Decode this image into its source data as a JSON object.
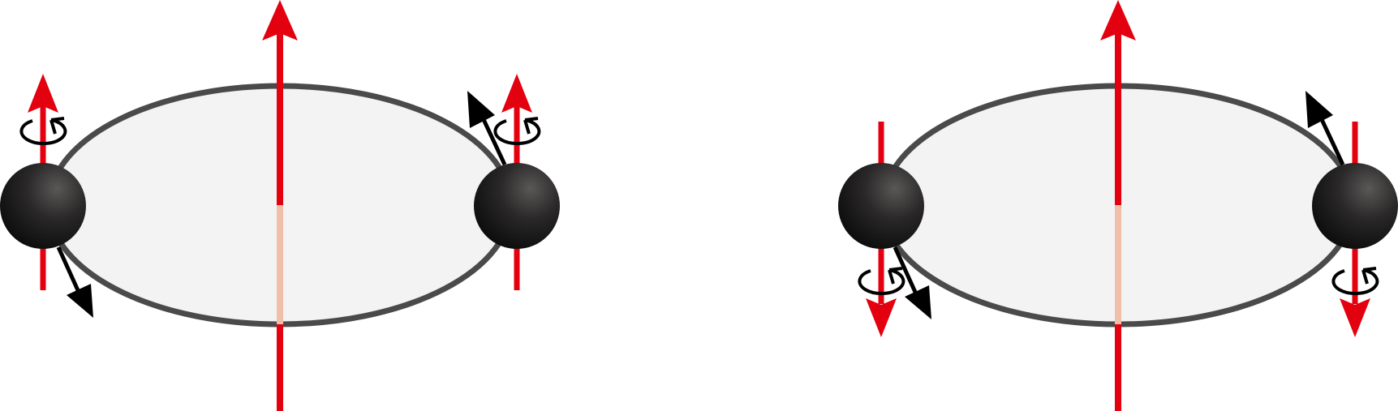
{
  "colors": {
    "background": "#ffffff",
    "orbit_fill": "#f3f3f3",
    "orbit_stroke": "#4a4a4a",
    "axis_red": "#e3000f",
    "axis_hidden_segment": "#efbfaa",
    "particle_dark": "#111111",
    "particle_highlight": "#5a5757",
    "motion_arrow": "#000000",
    "rotation_symbol": "#000000"
  },
  "panels": [
    {
      "particles": [
        {
          "spin": "up",
          "motion": "down-right"
        },
        {
          "spin": "up",
          "motion": "up-left"
        }
      ]
    },
    {
      "particles": [
        {
          "spin": "down",
          "motion": "down-right"
        },
        {
          "spin": "down",
          "motion": "up-left"
        }
      ]
    }
  ]
}
